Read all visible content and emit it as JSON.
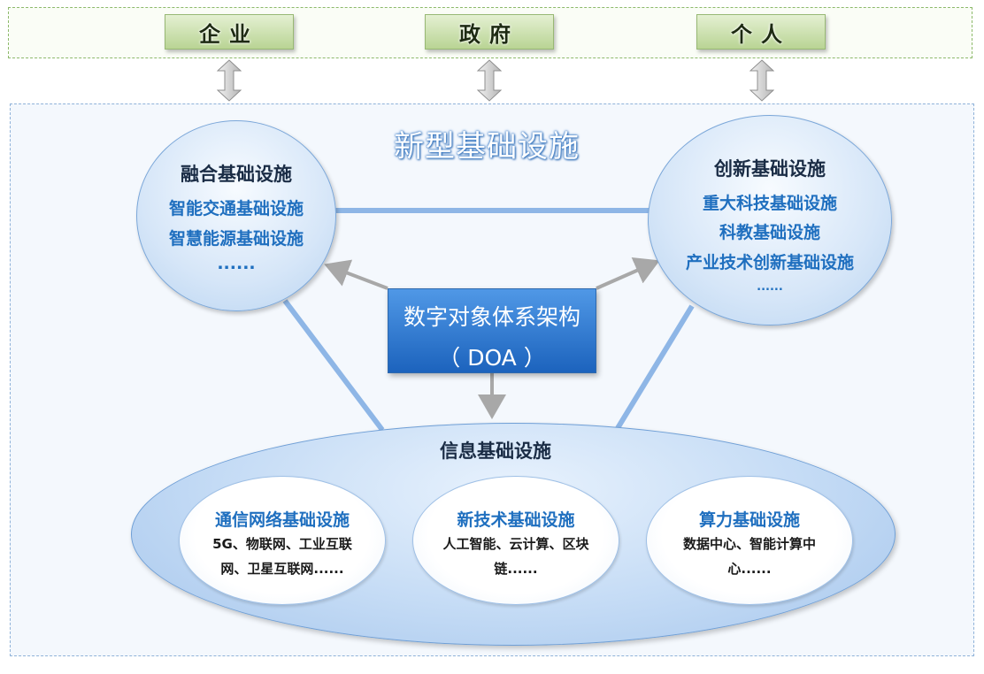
{
  "stakeholders": [
    "企业",
    "政府",
    "个人"
  ],
  "title": "新型基础设施",
  "fusion": {
    "heading": "融合基础设施",
    "items": [
      "智能交通基础设施",
      "智慧能源基础设施"
    ],
    "ellipsis": "......"
  },
  "innovation": {
    "heading": "创新基础设施",
    "items": [
      "重大科技基础设施",
      "科教基础设施",
      "产业技术创新基础设施"
    ],
    "ellipsis": "......"
  },
  "doa": {
    "line1": "数字对象体系架构",
    "line2": "（ DOA ）"
  },
  "information": {
    "heading": "信息基础设施",
    "groups": [
      {
        "heading": "通信网络基础设施",
        "desc": "5G、物联网、工业互联网、卫星互联网......"
      },
      {
        "heading": "新技术基础设施",
        "desc": "人工智能、云计算、区块链......"
      },
      {
        "heading": "算力基础设施",
        "desc": "数据中心、智能计算中心......"
      }
    ]
  },
  "colors": {
    "stakeholder_fill": "#b9d494",
    "connector_line": "#8eb6e6",
    "doa_fill": "#2f7bd6",
    "arrow_gray": "#a8a8a8",
    "item_text": "#1f6fbf"
  },
  "icons": [
    "double-arrow-icon",
    "arrow-icon"
  ]
}
